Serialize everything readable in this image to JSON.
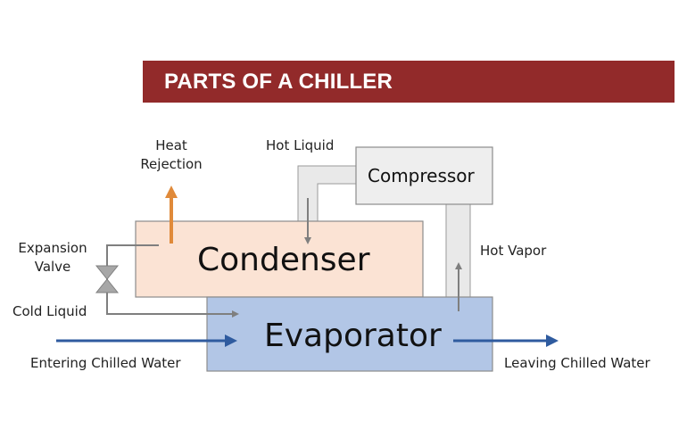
{
  "title": "PARTS OF A CHILLER",
  "components": {
    "compressor": "Compressor",
    "condenser": "Condenser",
    "evaporator": "Evaporator",
    "expansion_valve_line1": "Expansion",
    "expansion_valve_line2": "Valve"
  },
  "flow_labels": {
    "heat_rejection_line1": "Heat",
    "heat_rejection_line2": "Rejection",
    "hot_liquid": "Hot Liquid",
    "hot_vapor": "Hot Vapor",
    "cold_liquid": "Cold Liquid",
    "entering_chilled_water": "Entering Chilled Water",
    "leaving_chilled_water": "Leaving Chilled Water"
  },
  "colors": {
    "title_bar": "#922a2a",
    "condenser_fill": "#fbe3d4",
    "evaporator_fill": "#b2c6e6",
    "compressor_fill": "#eeeeee",
    "pipe_fill": "#e9e9e9",
    "heat_arrow": "#e08a3a",
    "water_arrow": "#2f5b9f",
    "refrigerant_arrow": "#7f7f7f"
  }
}
